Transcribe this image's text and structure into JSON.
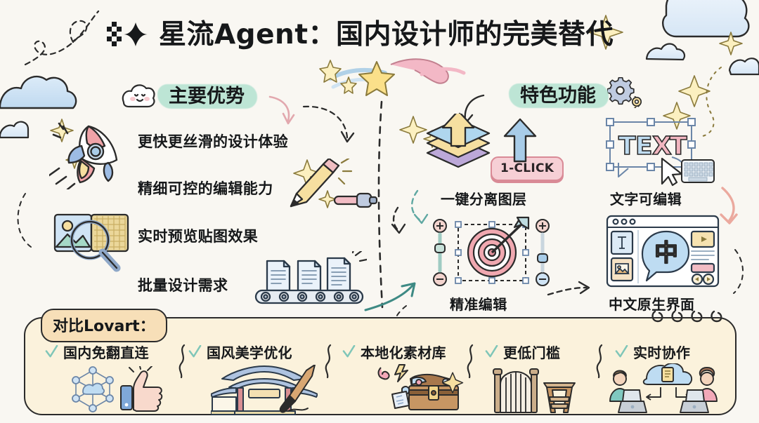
{
  "poster": {
    "background_color": "#F9F7F2",
    "ink_color": "#2B2B2B",
    "title": "星流Agent：国内设计师的完美替代",
    "logo_icon": "checkered-arrow-sparkle-icon"
  },
  "left_section": {
    "heading": "主要优势",
    "heading_highlight_color": "#B5E3D2",
    "heading_icon": "smiling-cloud-icon",
    "bullets": [
      {
        "label": "更快更丝滑的设计体验",
        "icon": "rocket-icon"
      },
      {
        "label": "精细可控的编辑能力",
        "icon": "pencil-icon"
      },
      {
        "label": "实时预览贴图效果",
        "icon": "image-magnifier-icon"
      },
      {
        "label": "批量设计需求",
        "icon": "conveyor-belt-documents-icon"
      }
    ]
  },
  "right_section": {
    "heading": "特色功能",
    "heading_highlight_color": "#B5E3D2",
    "heading_icon": "gear-icon",
    "badge_1click": "1-CLICK",
    "badge_1click_color": "#F6CFD5",
    "features": [
      {
        "label": "一键分离图层",
        "icon": "stacked-layers-arrow-icon"
      },
      {
        "label": "文字可编辑",
        "icon": "text-edit-keyboard-icon"
      },
      {
        "label": "精准编辑",
        "icon": "target-arrow-sliders-icon"
      },
      {
        "label": "中文原生界面",
        "icon": "chinese-ui-window-icon"
      }
    ]
  },
  "bottom_panel": {
    "background_color": "#FBF2DC",
    "badge_label": "对比Lovart：",
    "badge_color": "#F7DFB8",
    "check_icon": "checkmark-icon",
    "check_color": "#7FC6B8",
    "items": [
      {
        "label": "国内免翻直连",
        "icon": "network-cloud-thumbsup-icon"
      },
      {
        "label": "国风美学优化",
        "icon": "chinese-gate-brush-icon"
      },
      {
        "label": "本地化素材库",
        "icon": "treasure-chest-icon"
      },
      {
        "label": "更低门槛",
        "icon": "gate-stool-icon"
      },
      {
        "label": "实时协作",
        "icon": "two-people-laptops-cloud-icon"
      }
    ]
  },
  "decorations": {
    "clouds": "blue-cloud-icon",
    "sparkles": "four-point-star-icon",
    "shooting_stars": "shooting-star-ribbon-icon",
    "divider": "vertical-dashed-divider",
    "arrows": "curved-dashed-arrow"
  }
}
